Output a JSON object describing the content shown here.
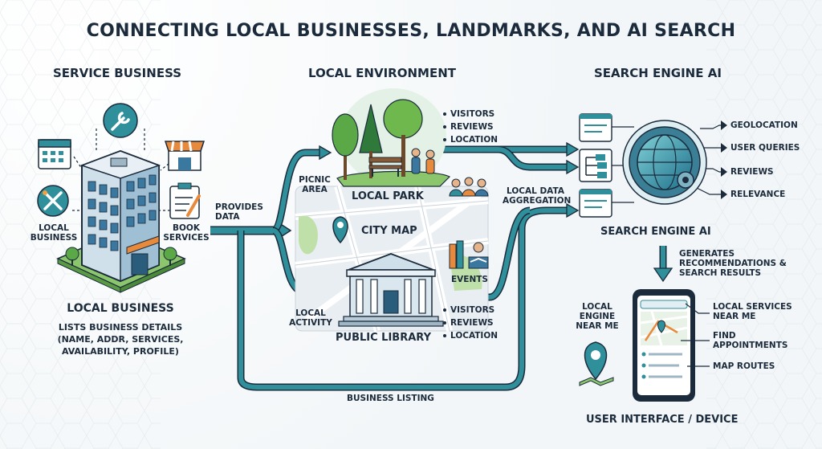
{
  "title": "CONNECTING LOCAL BUSINESSES, LANDMARKS, AND AI SEARCH",
  "columns": {
    "service_business": "SERVICE BUSINESS",
    "local_environment": "LOCAL ENVIRONMENT",
    "search_engine_ai": "SEARCH ENGINE AI"
  },
  "business": {
    "icon_left_label": "LOCAL BUSINESS",
    "icon_right_label": "BOOK SERVICES",
    "name": "LOCAL BUSINESS",
    "details_line1": "LISTS BUSINESS DETAILS",
    "details_line2": "(NAME, ADDR, SERVICES,",
    "details_line3": "AVAILABILITY, PROFILE)"
  },
  "flows": {
    "provides_data": "PROVIDES DATA",
    "local_activity": "LOCAL ACTIVITY",
    "local_data_aggregation": "LOCAL DATA AGGREGATION",
    "business_listing": "BUSINESS LISTING",
    "generates": "GENERATES RECOMMENDATIONS & SEARCH RESULTS"
  },
  "environment": {
    "park_signals": [
      "VISITORS",
      "REVIEWS",
      "LOCATION"
    ],
    "picnic_area": "PICNIC AREA",
    "local_park": "LOCAL PARK",
    "city_map": "CITY MAP",
    "events": "EVENTS",
    "public_library": "PUBLIC LIBRARY",
    "library_signals": [
      "VISITORS",
      "REVIEWS",
      "LOCATION"
    ]
  },
  "ai": {
    "signals": [
      "GEOLOCATION",
      "USER QUERIES",
      "REVIEWS",
      "RELEVANCE"
    ],
    "label": "SEARCH ENGINE AI"
  },
  "device": {
    "left_label": "LOCAL ENGINE NEAR ME",
    "features": [
      "LOCAL SERVICES NEAR ME",
      "FIND APPOINTMENTS",
      "MAP ROUTES"
    ],
    "label": "USER INTERFACE / DEVICE"
  },
  "colors": {
    "teal": "#2f8f9a",
    "teal_dark": "#1d6a75",
    "navy": "#1b2b3c",
    "green": "#5aa846",
    "blue": "#3576a8"
  }
}
